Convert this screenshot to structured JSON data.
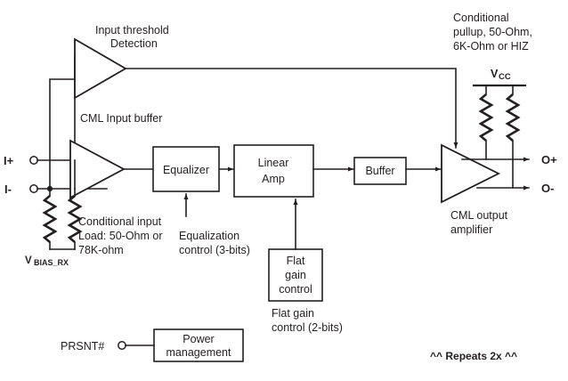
{
  "diagram": {
    "title": "CML receiver signal path block diagram",
    "colors": {
      "ink": "#231f20",
      "background": "#ffffff"
    },
    "blocks": [
      {
        "id": "equalizer",
        "label": "Equalizer"
      },
      {
        "id": "linear-amp",
        "label_line1": "Linear",
        "label_line2": "Amp"
      },
      {
        "id": "buffer",
        "label": "Buffer"
      },
      {
        "id": "flat-gain-control",
        "label_line1": "Flat",
        "label_line2": "gain",
        "label_line3": "control"
      },
      {
        "id": "power-management",
        "label_line1": "Power",
        "label_line2": "management"
      }
    ],
    "amplifiers": [
      {
        "id": "input-threshold-detection",
        "label_line1": "Input threshold",
        "label_line2": "Detection"
      },
      {
        "id": "cml-input-buffer",
        "label": "CML Input buffer"
      },
      {
        "id": "cml-output-amplifier",
        "label_line1": "CML output",
        "label_line2": "amplifier"
      }
    ],
    "pins": [
      {
        "id": "in-plus",
        "label": "I+"
      },
      {
        "id": "in-minus",
        "label": "I-"
      },
      {
        "id": "out-plus",
        "label": "O+"
      },
      {
        "id": "out-minus",
        "label": "O-"
      },
      {
        "id": "prsnt",
        "label": "PRSNT#"
      }
    ],
    "rails": [
      {
        "id": "vcc",
        "label": "V",
        "subscript": "CC"
      },
      {
        "id": "vbias-rx",
        "label": "V",
        "subscript": "BIAS_RX"
      }
    ],
    "annotations": [
      {
        "id": "conditional-pullup",
        "line1": "Conditional",
        "line2": "pullup, 50-Ohm,",
        "line3": "6K-Ohm or HIZ"
      },
      {
        "id": "conditional-input-load",
        "line1": "Conditional input",
        "line2": "Load: 50-Ohm or",
        "line3": "78K-ohm"
      },
      {
        "id": "equalization-control",
        "line1": "Equalization",
        "line2": "control (3-bits)"
      },
      {
        "id": "flat-gain-control-bits",
        "line1": "Flat gain",
        "line2": "control (2-bits)"
      },
      {
        "id": "repeats-note",
        "text": "^^ Repeats 2x ^^"
      }
    ]
  }
}
